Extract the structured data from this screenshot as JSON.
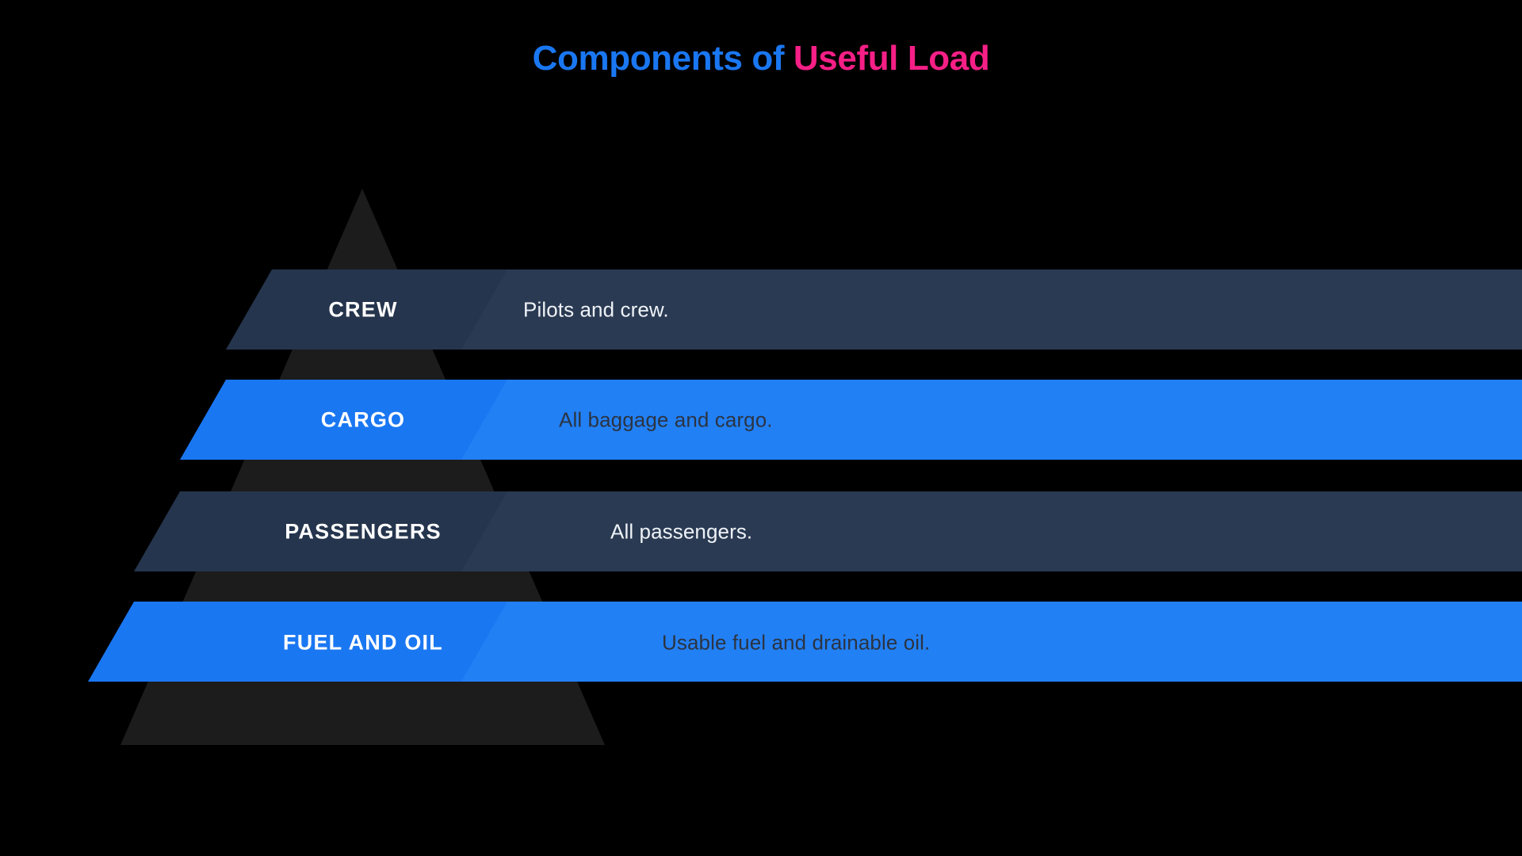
{
  "title": {
    "part_one": "Components of ",
    "part_two": "Useful Load",
    "color_part_one": "#1a77f2",
    "color_part_two": "#f51f86"
  },
  "colors": {
    "background": "#000000",
    "pyramid_fill": "#1c1c1c",
    "band_slate": "#25354d",
    "band_blue": "#1a77f2",
    "label_text": "#ffffff",
    "desc_text_light": "#eef2f7",
    "desc_text_dark": "#2b3442"
  },
  "chart_data": {
    "type": "pyramid",
    "title": "Components of Useful Load",
    "legend": "",
    "levels": [
      {
        "rank": 1,
        "label": "CREW",
        "description": "Pilots and crew.",
        "band_color": "#25354d",
        "label_color": "#ffffff",
        "desc_color": "#eef2f7"
      },
      {
        "rank": 2,
        "label": "CARGO",
        "description": "All baggage and cargo.",
        "band_color": "#1a77f2",
        "label_color": "#ffffff",
        "desc_color": "#2b3442"
      },
      {
        "rank": 3,
        "label": "PASSENGERS",
        "description": "All passengers.",
        "band_color": "#25354d",
        "label_color": "#ffffff",
        "desc_color": "#eef2f7"
      },
      {
        "rank": 4,
        "label": "FUEL AND OIL",
        "description": "Usable fuel and drainable oil.",
        "band_color": "#1a77f2",
        "label_color": "#ffffff",
        "desc_color": "#2b3442"
      }
    ]
  },
  "levels": [
    {
      "label": "CREW",
      "description": "Pilots and crew."
    },
    {
      "label": "CARGO",
      "description": "All baggage and cargo."
    },
    {
      "label": "PASSENGERS",
      "description": "All passengers."
    },
    {
      "label": "FUEL AND OIL",
      "description": "Usable fuel and drainable oil."
    }
  ]
}
